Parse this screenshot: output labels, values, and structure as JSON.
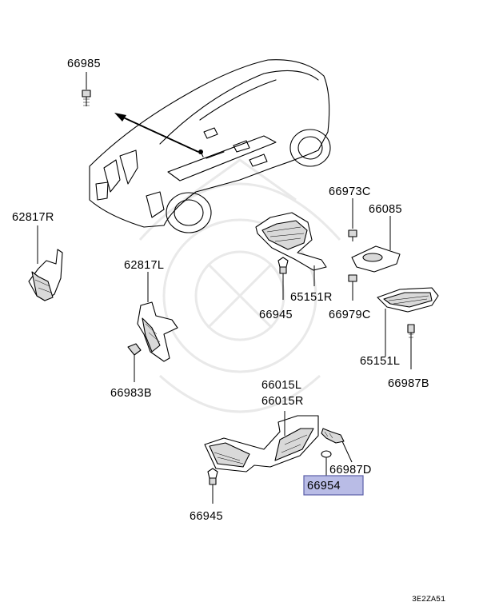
{
  "parts": [
    {
      "id": "p-66985",
      "number": "66985"
    },
    {
      "id": "p-62817R",
      "number": "62817R"
    },
    {
      "id": "p-62817L",
      "number": "62817L"
    },
    {
      "id": "p-66983B",
      "number": "66983B"
    },
    {
      "id": "p-66973C",
      "number": "66973C"
    },
    {
      "id": "p-66085",
      "number": "66085"
    },
    {
      "id": "p-65151R",
      "number": "65151R"
    },
    {
      "id": "p-66945a",
      "number": "66945"
    },
    {
      "id": "p-66979C",
      "number": "66979C"
    },
    {
      "id": "p-65151L",
      "number": "65151L"
    },
    {
      "id": "p-66987B",
      "number": "66987B"
    },
    {
      "id": "p-66015L",
      "number": "66015L"
    },
    {
      "id": "p-66015R",
      "number": "66015R"
    },
    {
      "id": "p-66987D",
      "number": "66987D"
    },
    {
      "id": "p-66954",
      "number": "66954"
    },
    {
      "id": "p-66945b",
      "number": "66945"
    }
  ],
  "highlight_color": "#b9bce6",
  "highlight_border": "#5a5ea8",
  "diagram_ref": "3E2ZA51"
}
